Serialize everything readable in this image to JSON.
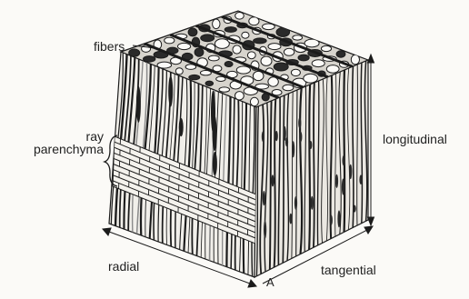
{
  "labels": {
    "fibers": "fibers",
    "ray_line1": "ray",
    "ray_line2": "parenchyma",
    "longitudinal": "longitudinal",
    "radial": "radial",
    "tangential": "tangential",
    "corner": "A"
  },
  "colors": {
    "background": "#fbfaf7",
    "ink": "#1b1b1b",
    "shade": "#8a8a8a",
    "paper": "#f4f2ed"
  }
}
